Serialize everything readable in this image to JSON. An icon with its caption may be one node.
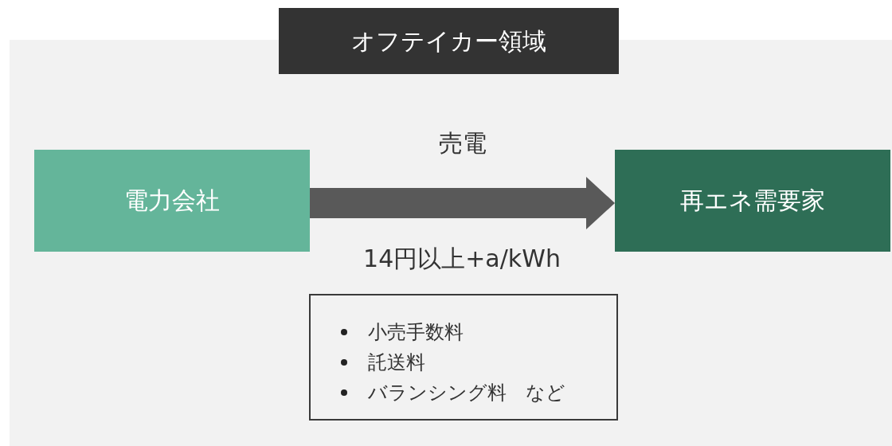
{
  "diagram": {
    "nodes": [
      {
        "text": [
          "オフテイカー領域"
        ]
      },
      {
        "text": [
          "電力会社"
        ],
        "in": 0
      },
      {
        "text": [
          "再エネ需要家"
        ],
        "in": 0
      },
      {
        "text": [
          "小売手数料",
          "託送料",
          "バランシング料　など"
        ],
        "in": 0
      }
    ],
    "edges": [
      {
        "from": 1,
        "to": 2,
        "arrow": "to",
        "label": "売電"
      }
    ],
    "labels": [
      "14円以上+a/kWh"
    ]
  }
}
